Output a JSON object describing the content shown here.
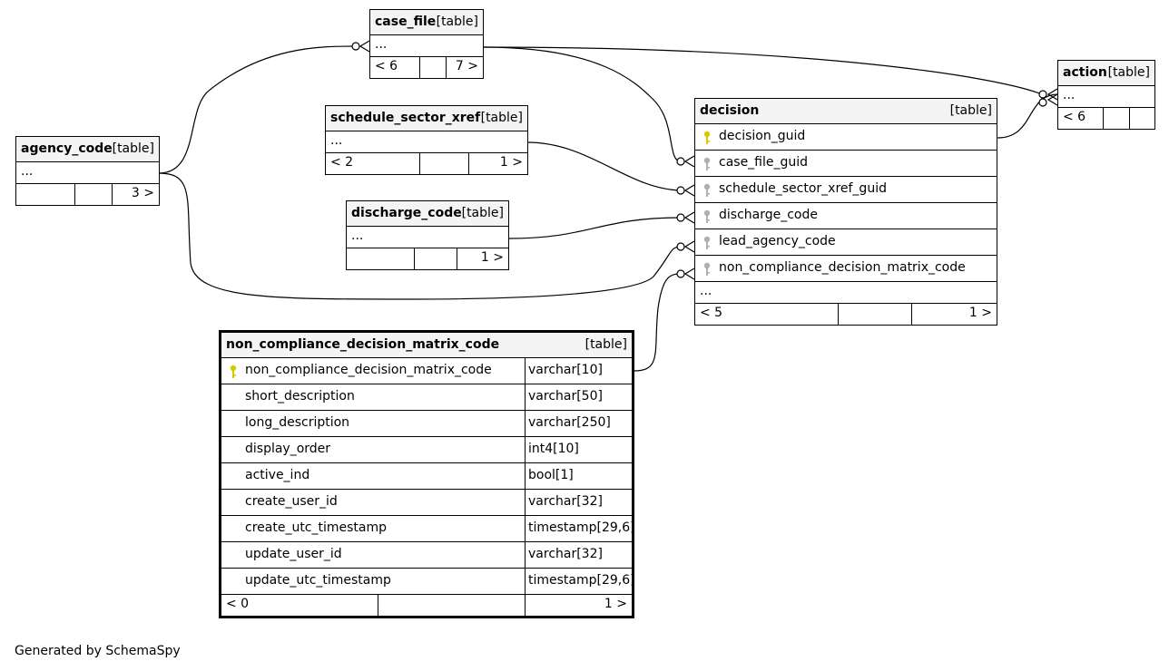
{
  "tables": {
    "case_file": {
      "name": "case_file",
      "tag": "[table]",
      "ellipsis": "...",
      "foot_left": "< 6",
      "foot_right": "7 >"
    },
    "action": {
      "name": "action",
      "tag": "[table]",
      "ellipsis": "...",
      "foot_left": "< 6"
    },
    "schedule_sector_xref": {
      "name": "schedule_sector_xref",
      "tag": "[table]",
      "ellipsis": "...",
      "foot_left": "< 2",
      "foot_right": "1 >"
    },
    "agency_code": {
      "name": "agency_code",
      "tag": "[table]",
      "ellipsis": "...",
      "foot_right": "3 >"
    },
    "discharge_code": {
      "name": "discharge_code",
      "tag": "[table]",
      "ellipsis": "...",
      "foot_right": "1 >"
    },
    "decision": {
      "name": "decision",
      "tag": "[table]",
      "ellipsis": "...",
      "foot_left": "< 5",
      "foot_right": "1 >",
      "columns": [
        {
          "name": "decision_guid",
          "key": "primary"
        },
        {
          "name": "case_file_guid",
          "key": "foreign"
        },
        {
          "name": "schedule_sector_xref_guid",
          "key": "foreign"
        },
        {
          "name": "discharge_code",
          "key": "foreign"
        },
        {
          "name": "lead_agency_code",
          "key": "foreign"
        },
        {
          "name": "non_compliance_decision_matrix_code",
          "key": "foreign"
        }
      ]
    },
    "non_compliance": {
      "name": "non_compliance_decision_matrix_code",
      "tag": "[table]",
      "foot_left": "< 0",
      "foot_right": "1 >",
      "columns": [
        {
          "name": "non_compliance_decision_matrix_code",
          "type": "varchar[10]",
          "key": "primary"
        },
        {
          "name": "short_description",
          "type": "varchar[50]",
          "key": "none"
        },
        {
          "name": "long_description",
          "type": "varchar[250]",
          "key": "none"
        },
        {
          "name": "display_order",
          "type": "int4[10]",
          "key": "none"
        },
        {
          "name": "active_ind",
          "type": "bool[1]",
          "key": "none"
        },
        {
          "name": "create_user_id",
          "type": "varchar[32]",
          "key": "none"
        },
        {
          "name": "create_utc_timestamp",
          "type": "timestamp[29,6]",
          "key": "none"
        },
        {
          "name": "update_user_id",
          "type": "varchar[32]",
          "key": "none"
        },
        {
          "name": "update_utc_timestamp",
          "type": "timestamp[29,6]",
          "key": "none"
        }
      ]
    }
  },
  "colors": {
    "primary_key": "#d6c800",
    "foreign_key": "#b0b0b0",
    "header_bg": "#f4f4f4",
    "line": "#000000"
  },
  "footer_credit": "Generated by SchemaSpy"
}
